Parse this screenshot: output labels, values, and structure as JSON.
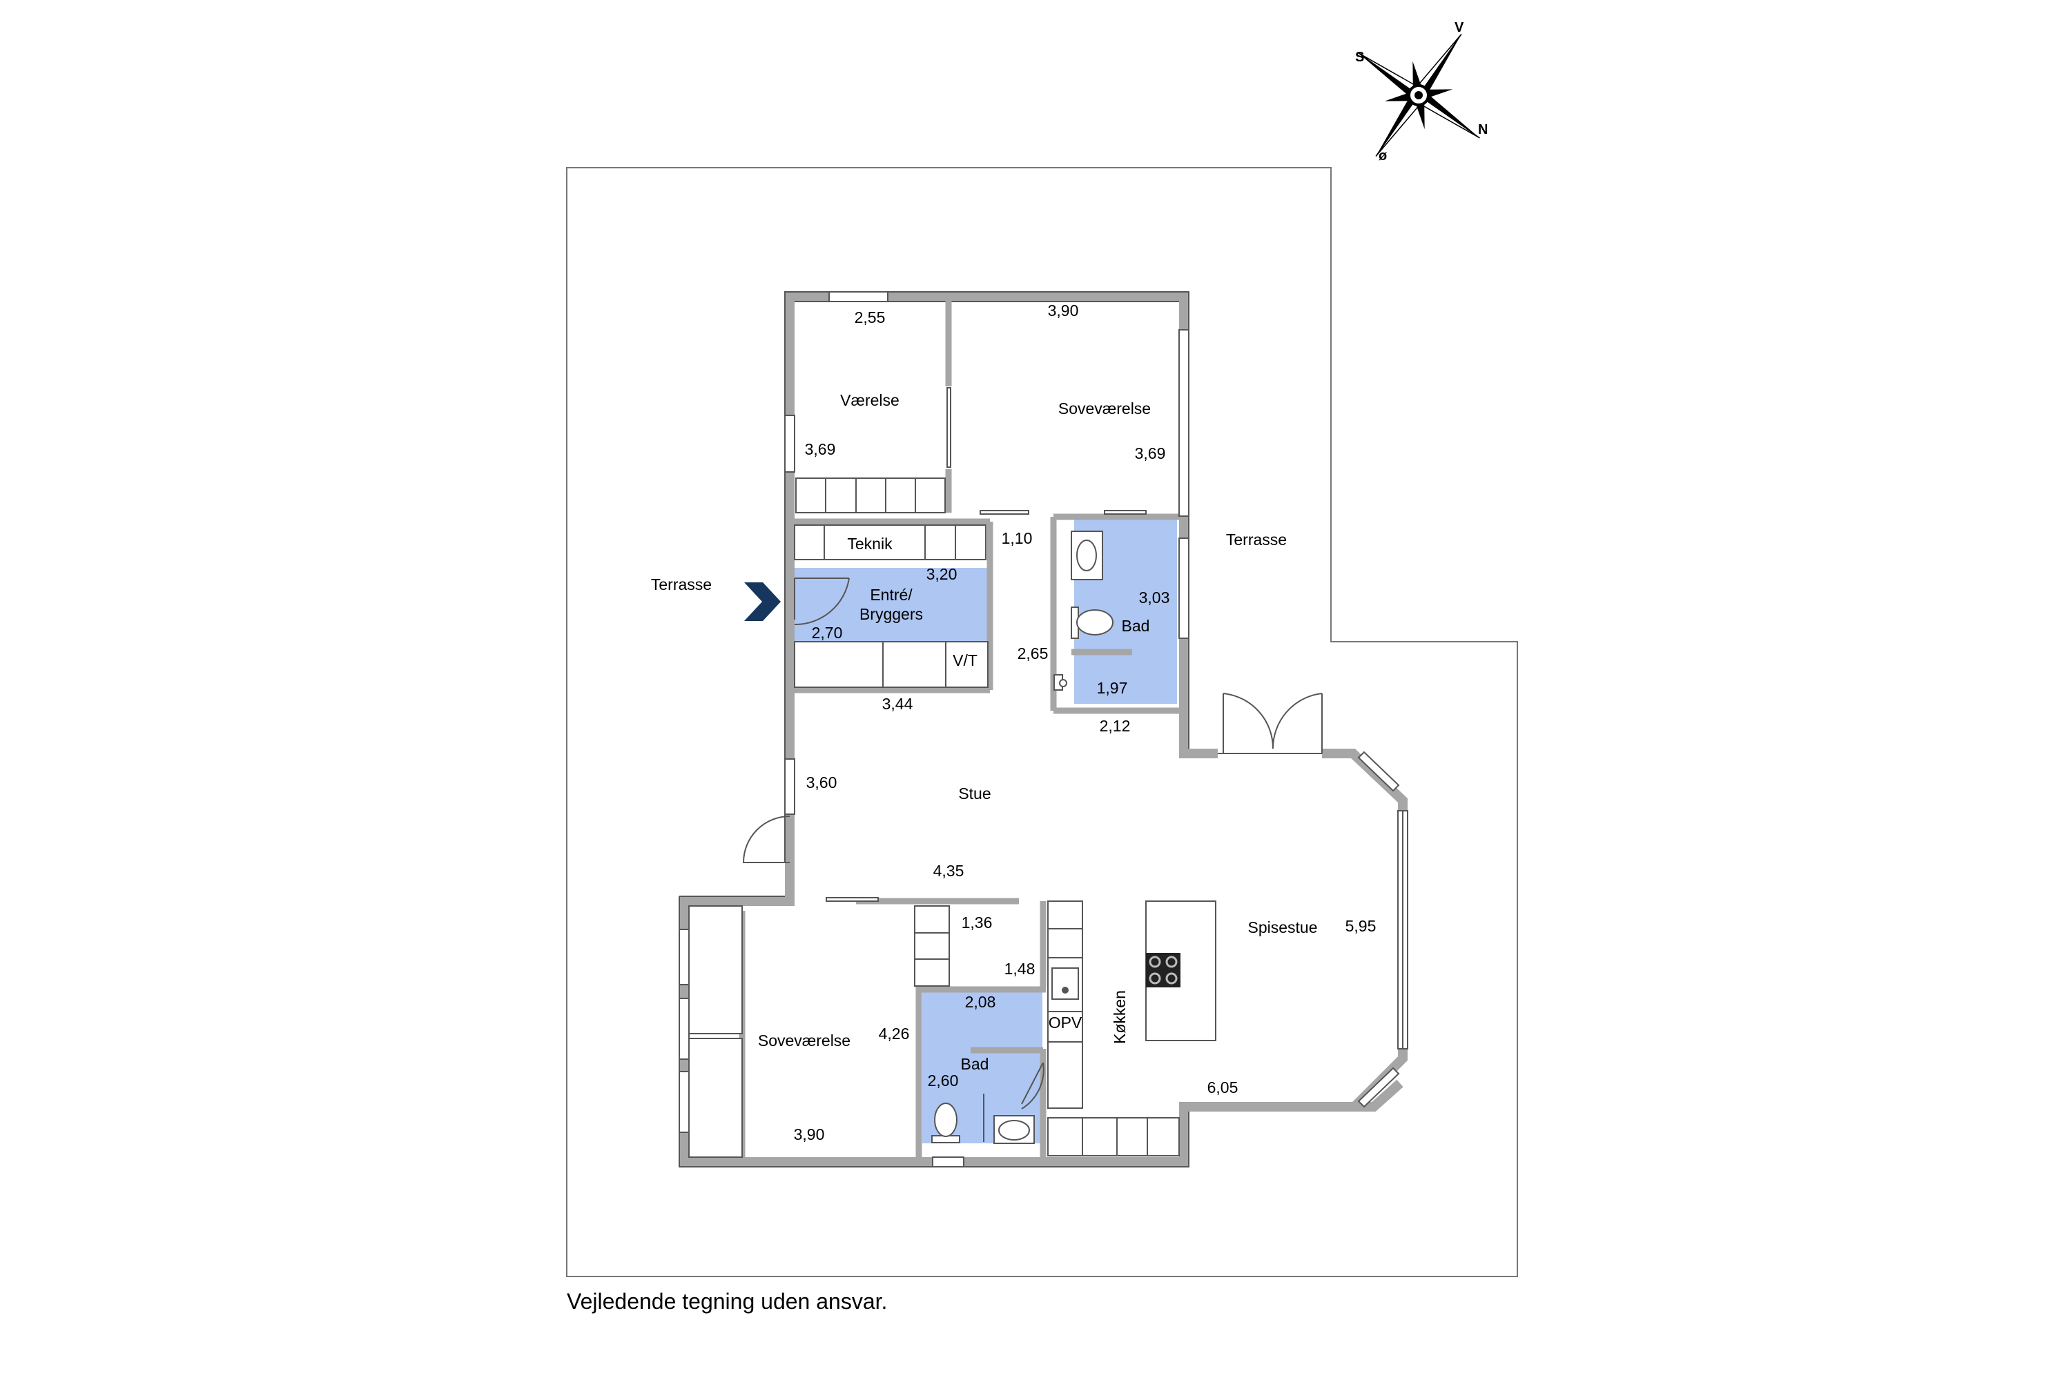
{
  "compass": {
    "south": "S",
    "west": "V",
    "north": "N",
    "east": "ø"
  },
  "rooms": {
    "vaerelse": "Værelse",
    "sovevaerelse_top": "Soveværelse",
    "teknik": "Teknik",
    "entre_line1": "Entré/",
    "entre_line2": "Bryggers",
    "vt": "V/T",
    "bad_top": "Bad",
    "stue": "Stue",
    "spisestue": "Spisestue",
    "kokken": "Køkken",
    "opv": "OPV",
    "sovevaerelse_bottom": "Soveværelse",
    "bad_bottom": "Bad",
    "terrasse_left": "Terrasse",
    "terrasse_right": "Terrasse"
  },
  "dimensions": {
    "vaerelse_w": "2,55",
    "vaerelse_h": "3,69",
    "sove_top_w": "3,90",
    "sove_top_h": "3,69",
    "gang": "1,10",
    "entre_w": "3,20",
    "entre_h": "2,70",
    "bad_top_h": "3,03",
    "gang_h": "2,65",
    "bad_top_w": "1,97",
    "bad_top_outer": "2,12",
    "entre_bottom": "3,44",
    "stue_h": "3,60",
    "stue_w": "4,35",
    "small_1": "1,36",
    "small_2": "1,48",
    "bad_bottom_w": "2,08",
    "sove_bottom_h": "4,26",
    "bad_bottom_h": "2,60",
    "sove_bottom_w": "3,90",
    "spise_h": "5,95",
    "spise_w": "6,05"
  },
  "colors": {
    "wall": "#a6a6a6",
    "wet_room": "#aec6f2",
    "arrow": "#17365d"
  },
  "disclaimer": "Vejledende tegning uden ansvar."
}
